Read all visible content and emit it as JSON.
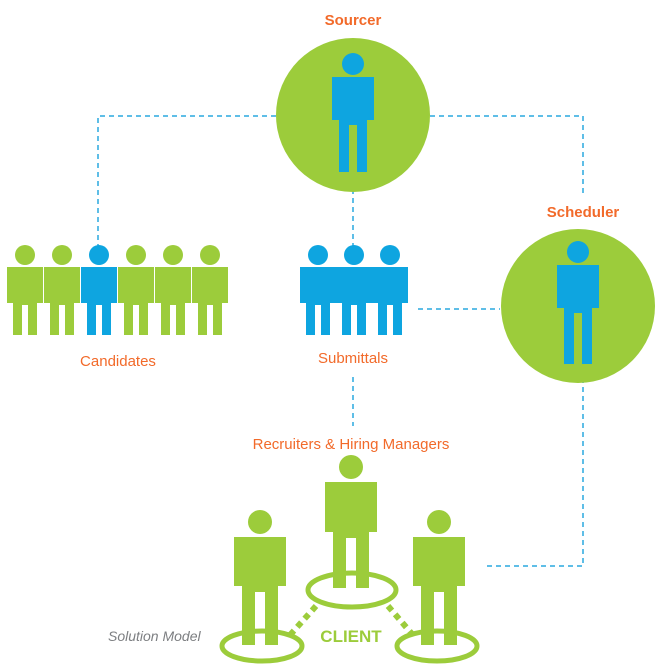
{
  "title": "Solution Model",
  "colors": {
    "green": "#9ccc3b",
    "blue": "#0ea5e0",
    "orange": "#f26a2a",
    "line": "#2aa8df",
    "caption": "#7d7f82"
  },
  "roles": {
    "sourcer": "Sourcer",
    "scheduler": "Scheduler"
  },
  "groups": {
    "candidates": "Candidates",
    "submittals": "Submittals",
    "recruiters": "Recruiters & Hiring Managers"
  },
  "client": "CLIENT",
  "candidate_figures": [
    "green",
    "green",
    "blue",
    "green",
    "green",
    "green"
  ],
  "submittal_figures": [
    "blue",
    "blue",
    "blue"
  ],
  "client_figures": [
    "green",
    "green",
    "green"
  ]
}
